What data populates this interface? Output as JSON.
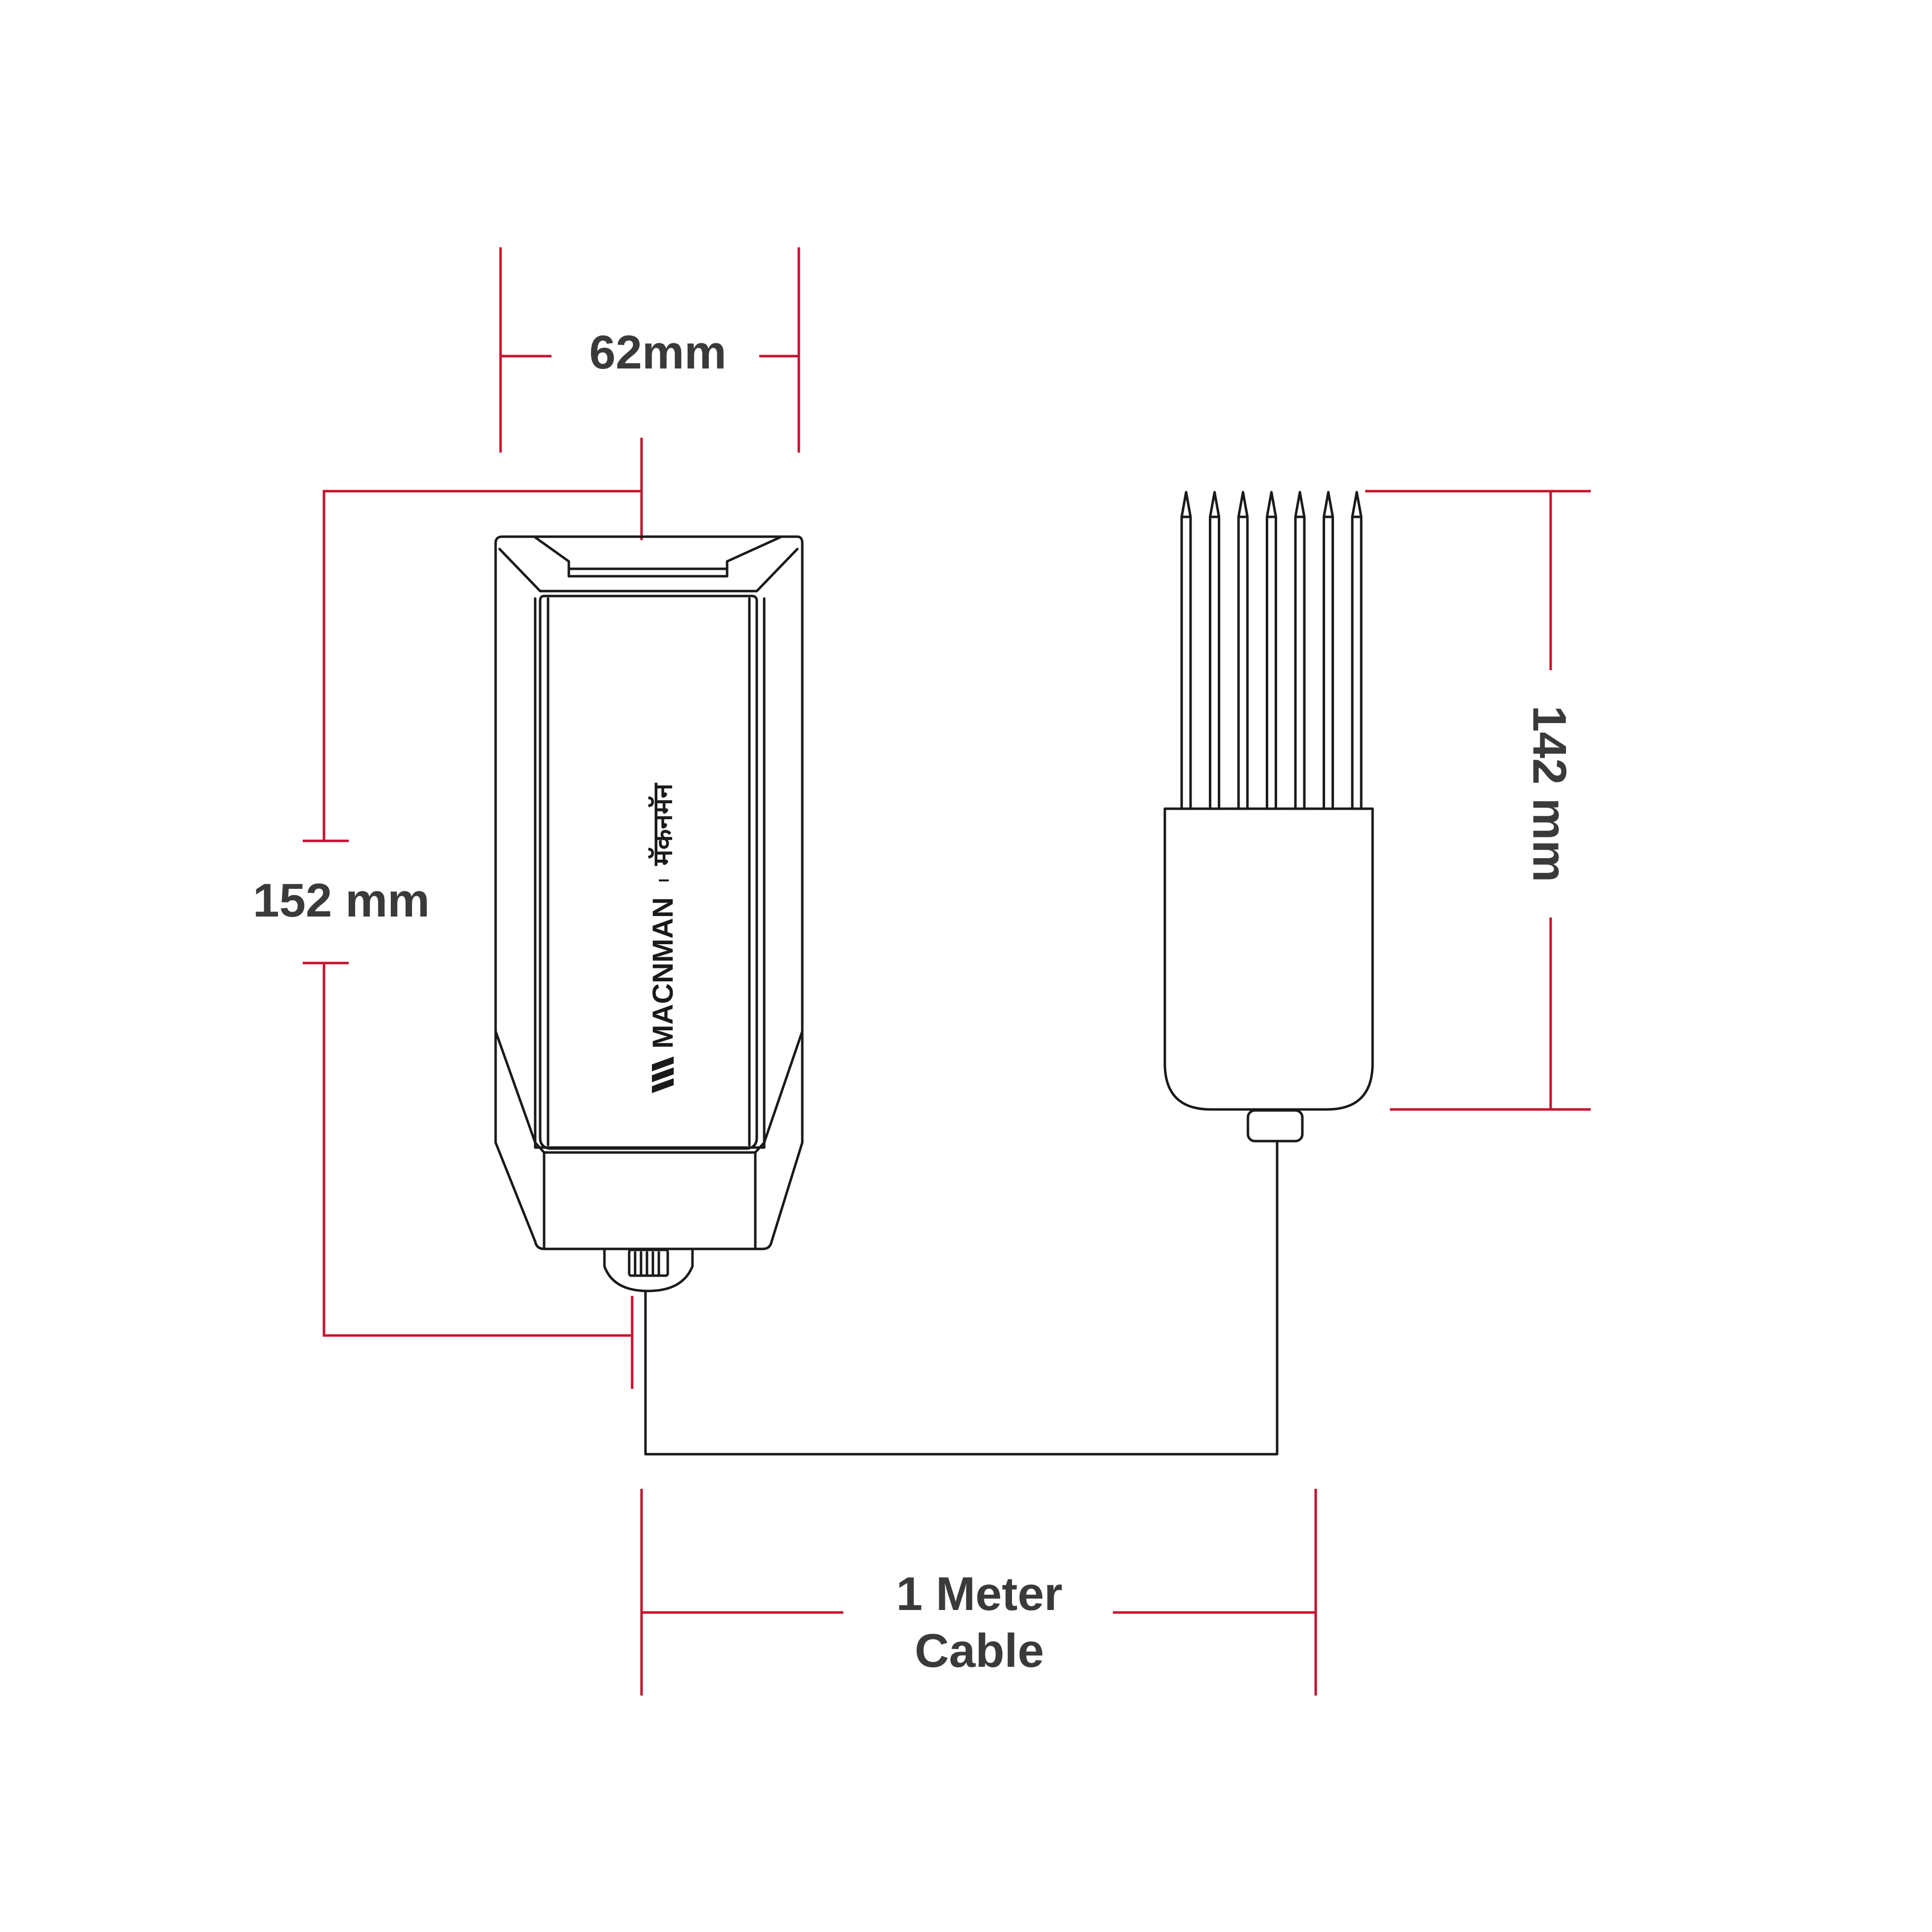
{
  "dimensions": {
    "width_label": "62mm",
    "height_label": "152 mm",
    "probe_label": "142 mm",
    "cable_label_line1": "1 Meter",
    "cable_label_line2": "Cable"
  },
  "device": {
    "brand_name": "MACNMAN",
    "brand_name_hindi": "मॅकनमॅन"
  },
  "probe": {
    "pin_count": 7
  },
  "colors": {
    "dimension_line": "#c8102e",
    "outline": "#1a1a1a",
    "label_text": "#3a3a3a",
    "background": "#ffffff"
  }
}
